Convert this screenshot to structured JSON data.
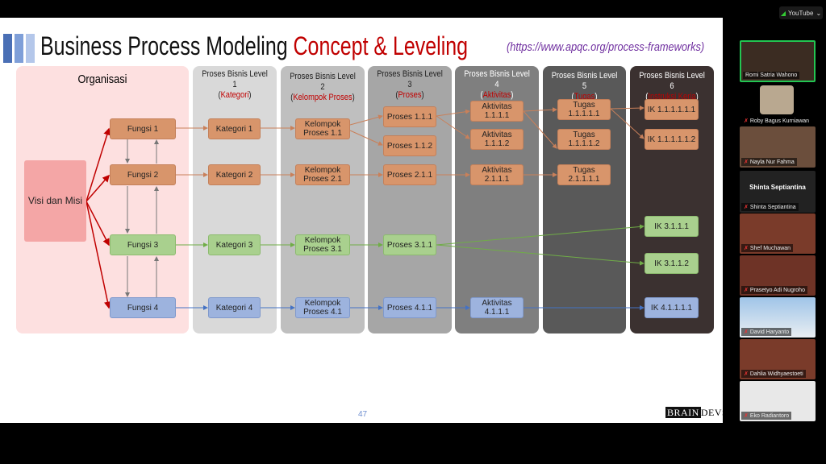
{
  "slide": {
    "title_black": "Business Process Modeling ",
    "title_red": "Concept & Leveling",
    "url": "(https://www.apqc.org/process-frameworks)",
    "page_number": "47",
    "logo_a": "BRAIN",
    "logo_b": "DEVS",
    "columns": [
      {
        "head": "Organisasi"
      },
      {
        "head": "Proses Bisnis Level 1",
        "sub": "Kategori"
      },
      {
        "head": "Proses Bisnis Level 2",
        "sub": "Kelompok Proses"
      },
      {
        "head": "Proses Bisnis Level 3",
        "sub": "Proses"
      },
      {
        "head": "Proses Bisnis Level 4",
        "sub": "Aktivitas"
      },
      {
        "head": "Proses Bisnis Level 5",
        "sub": "Tugas"
      },
      {
        "head": "Proses Bisnis Level 6",
        "sub": "Instruksi Kerja"
      }
    ],
    "visi": "Visi dan Misi",
    "fungsi": [
      "Fungsi 1",
      "Fungsi 2",
      "Fungsi 3",
      "Fungsi 4"
    ],
    "kategori": [
      "Kategori 1",
      "Kategori 2",
      "Kategori 3",
      "Kategori 4"
    ],
    "kelompok": [
      "Kelompok Proses 1.1",
      "Kelompok Proses 2.1",
      "Kelompok Proses 3.1",
      "Kelompok Proses 4.1"
    ],
    "proses": [
      "Proses 1.1.1",
      "Proses 1.1.2",
      "Proses 2.1.1",
      "Proses 3.1.1",
      "Proses 4.1.1"
    ],
    "aktivitas": [
      "Aktivitas 1.1.1.1",
      "Aktivitas 1.1.1.2",
      "Aktivitas 2.1.1.1",
      "Aktivitas 4.1.1.1"
    ],
    "tugas": [
      "Tugas 1.1.1.1.1",
      "Tugas 1.1.1.1.2",
      "Tugas 2.1.1.1.1"
    ],
    "ik": [
      "IK 1.1.1.1.1.1",
      "IK 1.1.1.1.1.2",
      "IK 3.1.1.1",
      "IK 3.1.1.2",
      "IK 4.1.1.1.1"
    ]
  },
  "sidebar": {
    "youtube_label": "YouTube",
    "participants": [
      "Romi Satria Wahono",
      "Roby Bagus Kurniawan",
      "Nayla Nur Fahma",
      "Shinta Septiantina",
      "Shef Muchawan",
      "Prasetyo Adi Nugroho",
      "David Haryanto",
      "Dahlia Widhyaestoeti",
      "Eko Radiantoro"
    ],
    "shinta_big": "Shinta Septiantina"
  },
  "colors": {
    "orange": "#d8956b",
    "green": "#a9d08e",
    "blue": "#9db3de",
    "red": "#c00000",
    "purple": "#7030a0"
  }
}
